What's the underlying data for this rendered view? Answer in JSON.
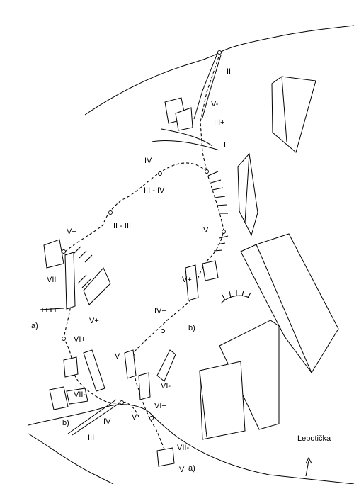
{
  "topo": {
    "grades": [
      {
        "id": "g1",
        "text": "II"
      },
      {
        "id": "g2",
        "text": "V-"
      },
      {
        "id": "g3",
        "text": "III+"
      },
      {
        "id": "g4",
        "text": "I"
      },
      {
        "id": "g5",
        "text": "IV"
      },
      {
        "id": "g6",
        "text": "III - IV"
      },
      {
        "id": "g7",
        "text": "II - III"
      },
      {
        "id": "g8",
        "text": "IV"
      },
      {
        "id": "g9",
        "text": "V+"
      },
      {
        "id": "g10",
        "text": "VII"
      },
      {
        "id": "g11",
        "text": "IV+"
      },
      {
        "id": "g12",
        "text": "V+"
      },
      {
        "id": "g13",
        "text": "a)"
      },
      {
        "id": "g14",
        "text": "IV+"
      },
      {
        "id": "g15",
        "text": "b)"
      },
      {
        "id": "g16",
        "text": "VI+"
      },
      {
        "id": "g17",
        "text": "V"
      },
      {
        "id": "g18",
        "text": "VI-"
      },
      {
        "id": "g19",
        "text": "VII-"
      },
      {
        "id": "g20",
        "text": "VI+"
      },
      {
        "id": "g21",
        "text": "V+"
      },
      {
        "id": "g22",
        "text": "b)"
      },
      {
        "id": "g23",
        "text": "IV"
      },
      {
        "id": "g24",
        "text": "III"
      },
      {
        "id": "g25",
        "text": "VII-"
      },
      {
        "id": "g26",
        "text": "IV"
      },
      {
        "id": "g27",
        "text": "a)"
      }
    ],
    "peak_label": "Lepotička"
  }
}
